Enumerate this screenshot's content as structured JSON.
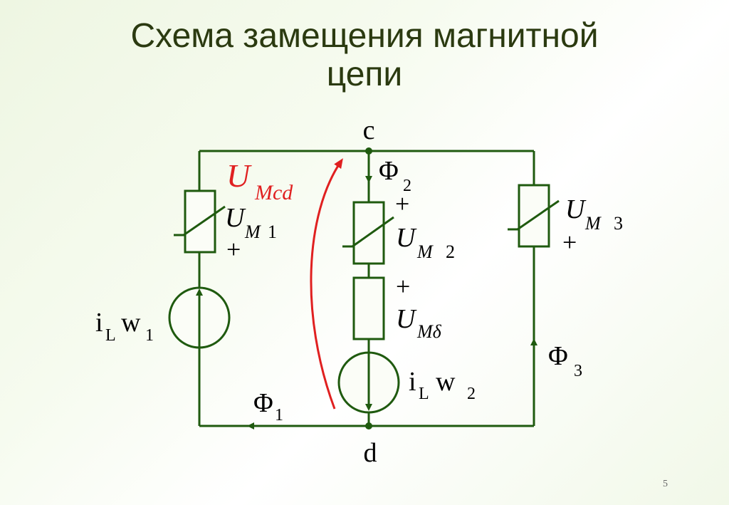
{
  "slide": {
    "title_line1": "Схема замещения магнитной",
    "title_line2": "цепи",
    "page_number": "5"
  },
  "diagram": {
    "wire_color": "#1f5a0f",
    "accent_color": "#e02020",
    "nodes": {
      "top": "c",
      "bottom": "d"
    },
    "umcd": {
      "main": "U",
      "sub": "Mcd"
    },
    "left_branch": {
      "voltage_main": "U",
      "voltage_sub": "M",
      "voltage_index": "1",
      "polarity": "+",
      "mmf_i": "i",
      "mmf_i_sub": "L",
      "mmf_w": "w",
      "mmf_w_sub": "1",
      "flux": "Φ",
      "flux_sub": "1"
    },
    "middle_branch": {
      "flux": "Φ",
      "flux_sub": "2",
      "voltage2_polarity": "+",
      "voltage2_main": "U",
      "voltage2_sub": "M",
      "voltage2_index": "2",
      "voltage_gap_polarity": "+",
      "voltage_gap_main": "U",
      "voltage_gap_sub": "Mδ",
      "mmf_i": "i",
      "mmf_i_sub": "L",
      "mmf_w": "w",
      "mmf_w_sub": "2"
    },
    "right_branch": {
      "voltage_main": "U",
      "voltage_sub": "M",
      "voltage_index": "3",
      "polarity": "+",
      "flux": "Φ",
      "flux_sub": "3"
    }
  }
}
